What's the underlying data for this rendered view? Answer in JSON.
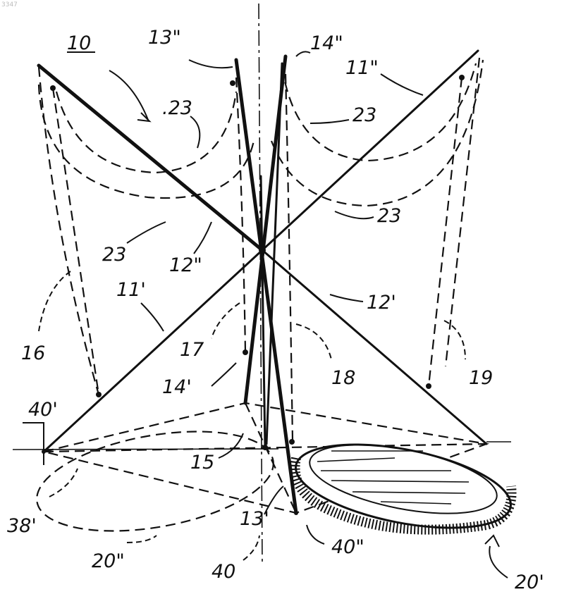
{
  "corner_id": "3347",
  "labels": {
    "l10": "10",
    "l13pp": "13\"",
    "l14pp": "14\"",
    "l11pp": "11\"",
    "l23a": ".23",
    "l23b": "23",
    "l23c": "23",
    "l23d": "23",
    "l12pp": "12\"",
    "l11p": "11'",
    "l12p": "12'",
    "l16": "16",
    "l17": "17",
    "l18": "18",
    "l19": "19",
    "l14p": "14'",
    "l40p": "40'",
    "l15": "15",
    "l38p": "38'",
    "l13p": "13'",
    "l20pp": "20\"",
    "l40": "40",
    "l40pp": "40\"",
    "l20p": "20'"
  }
}
